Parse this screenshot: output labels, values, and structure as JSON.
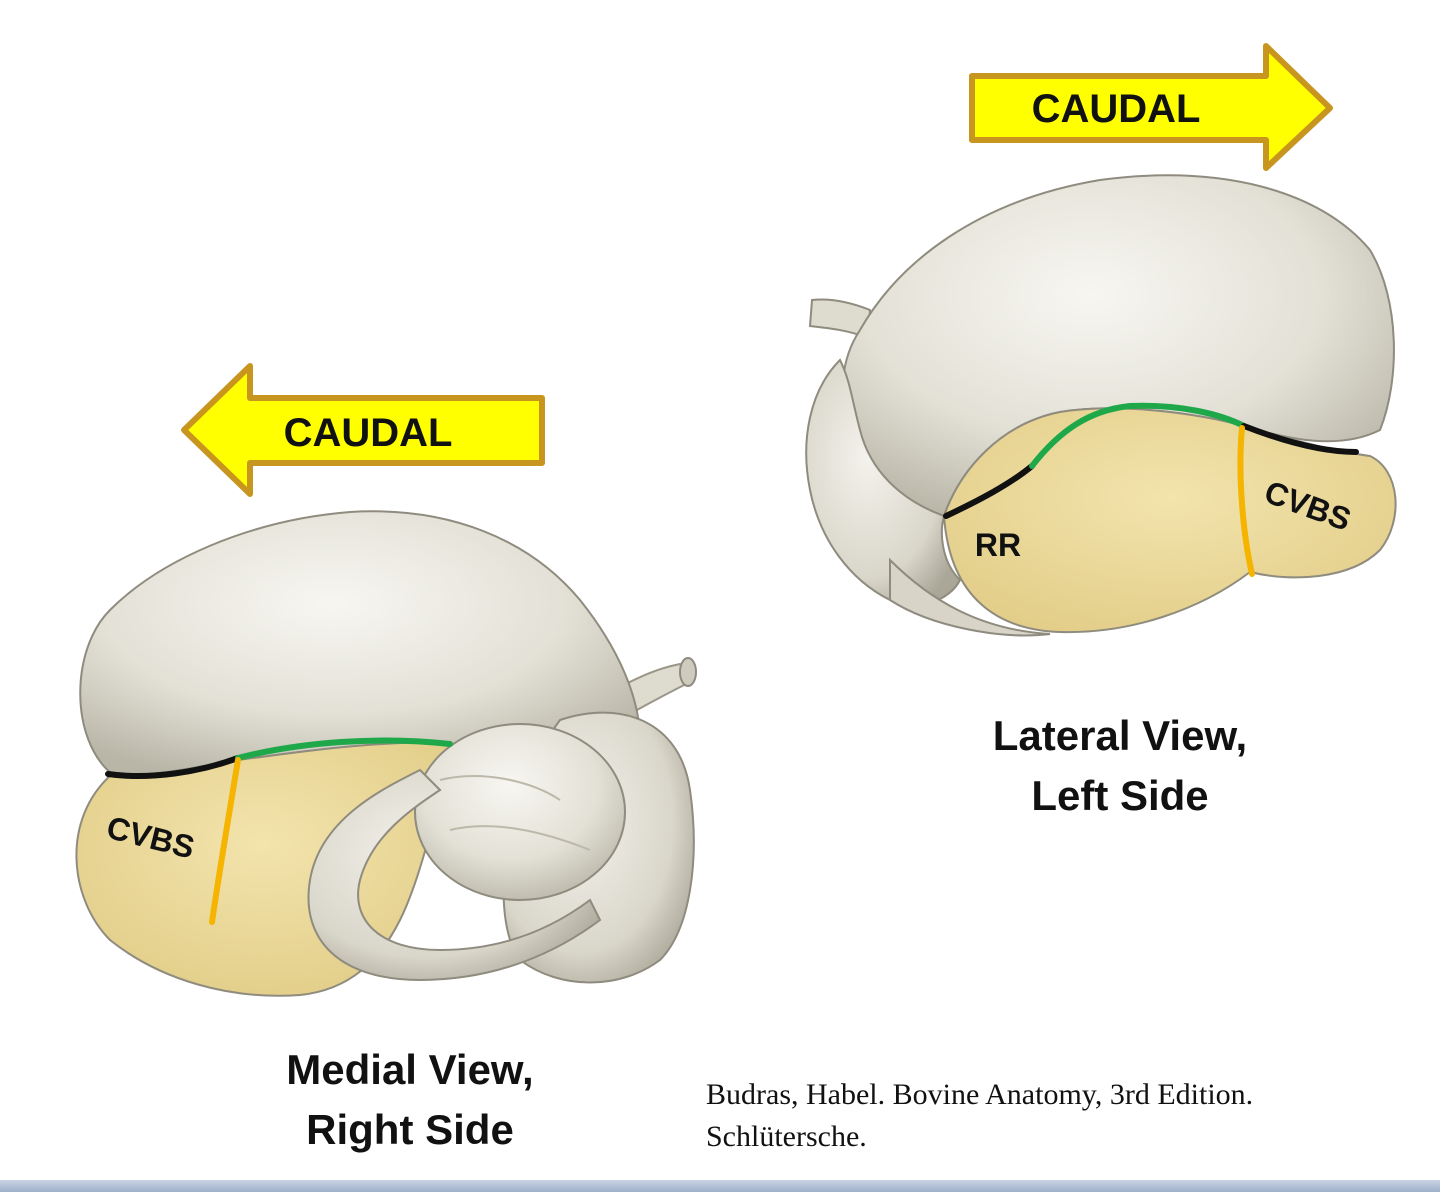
{
  "medial_view": {
    "title_line1": "Medial View,",
    "title_line2": "Right Side",
    "arrow_label": "CAUDAL",
    "arrow_direction": "left",
    "labels": [
      "CVBS"
    ]
  },
  "lateral_view": {
    "title_line1": "Lateral View,",
    "title_line2": "Left Side",
    "arrow_label": "CAUDAL",
    "arrow_direction": "right",
    "labels": [
      "RR",
      "CVBS"
    ]
  },
  "citation": {
    "line1": "Budras, Habel. Bovine Anatomy, 3rd Edition.",
    "line2": "Schlütersche."
  },
  "colors": {
    "arrow_fill": "#ffff00",
    "arrow_stroke": "#c8961e",
    "highlight_region": "#ecdb9b",
    "organ": "#e2e0d6",
    "boundary_green": "#1fa84a",
    "boundary_black": "#111111",
    "boundary_orange": "#f4b400"
  }
}
